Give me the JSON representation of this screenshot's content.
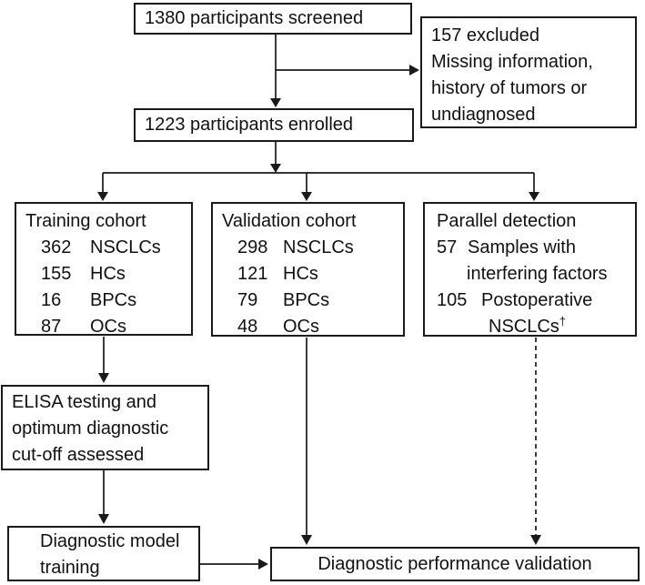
{
  "nodes": {
    "screened": {
      "label": "1380 participants screened"
    },
    "excluded": {
      "line1": "157 excluded",
      "line2": "Missing information,",
      "line3": "history of tumors or",
      "line4": "undiagnosed"
    },
    "enrolled": {
      "label": "1223 participants enrolled"
    },
    "training": {
      "title": "Training cohort",
      "rows": [
        {
          "count": "362",
          "label": "NSCLCs"
        },
        {
          "count": "155",
          "label": "HCs"
        },
        {
          "count": "16",
          "label": "BPCs"
        },
        {
          "count": "87",
          "label": "OCs"
        }
      ]
    },
    "validation": {
      "title": "Validation cohort",
      "rows": [
        {
          "count": "298",
          "label": "NSCLCs"
        },
        {
          "count": "121",
          "label": "HCs"
        },
        {
          "count": "79",
          "label": "BPCs"
        },
        {
          "count": "48",
          "label": "OCs"
        }
      ]
    },
    "parallel": {
      "title": "Parallel detection",
      "row1_count": "57",
      "row1_label": "Samples with",
      "row1_cont": "interfering factors",
      "row2_count": "105",
      "row2_label": "Postoperative",
      "row2_cont": "NSCLCs",
      "row2_sup": "†"
    },
    "elisa": {
      "line1": "ELISA testing and",
      "line2": "optimum diagnostic",
      "line3": "cut-off assessed"
    },
    "model": {
      "line1": "Diagnostic model",
      "line2": "training"
    },
    "performance": {
      "label": "Diagnostic performance validation"
    }
  },
  "colors": {
    "line": "#1a1a1a",
    "text": "#111111",
    "background": "#ffffff"
  }
}
